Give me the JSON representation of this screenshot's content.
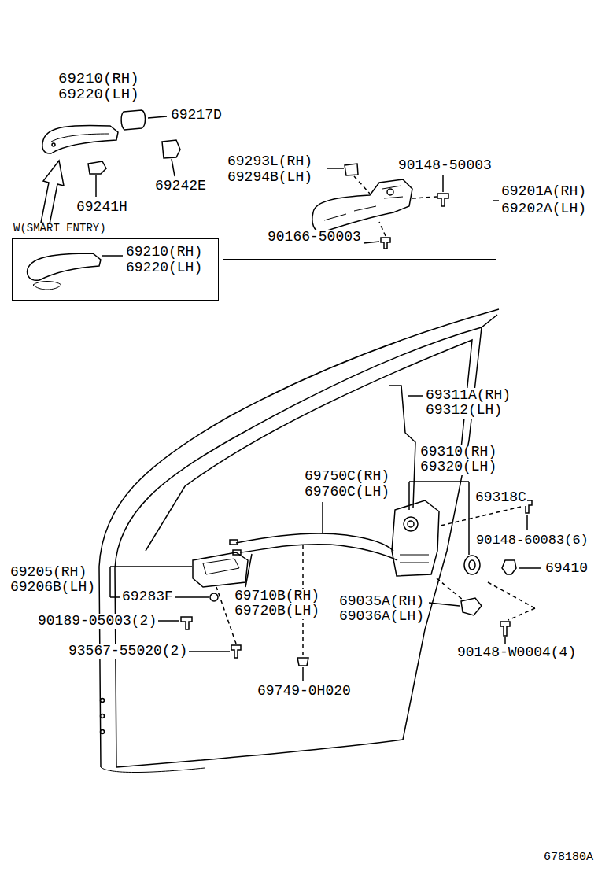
{
  "diagram": {
    "nodes": [
      {
        "text": [
          "W(SMART ENTRY)",
          "69210(RH) 69220(LH)"
        ]
      },
      {
        "text": [
          "69293L(RH) 69294B(LH)",
          "90148-50003",
          "90166-50003"
        ]
      }
    ],
    "labels": [
      "69210(RH)",
      "69220(LH)",
      "69217D",
      "69241H",
      "69242E",
      "69201A(RH)",
      "69202A(LH)",
      "69311A(RH)",
      "69312(LH)",
      "69310(RH)",
      "69320(LH)",
      "69750C(RH)",
      "69760C(LH)",
      "69318C",
      "90148-60083(6)",
      "69410",
      "69205(RH)",
      "69206B(LH)",
      "69283F",
      "69710B(RH)",
      "69720B(LH)",
      "69035A(RH)",
      "69036A(LH)",
      "90189-05003(2)",
      "90148-W0004(4)",
      "93567-55020(2)",
      "69749-0H020",
      "678180A"
    ]
  }
}
